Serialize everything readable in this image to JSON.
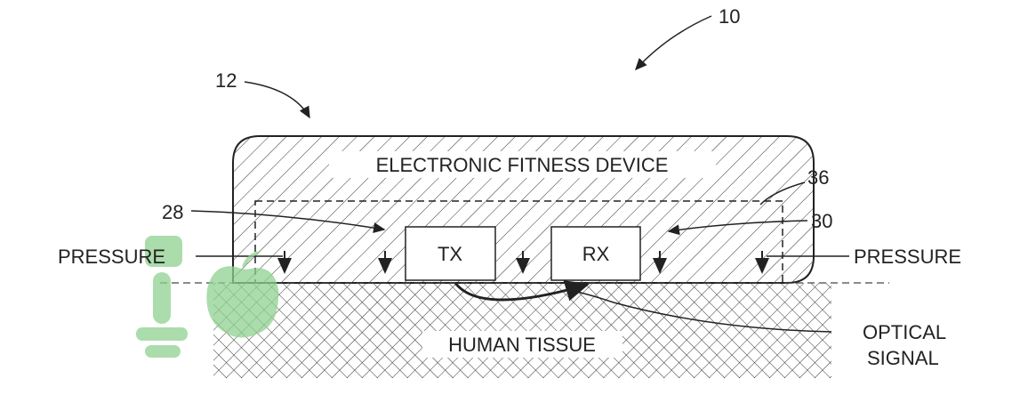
{
  "labels": {
    "device": "ELECTRONIC FITNESS DEVICE",
    "tissue": "HUMAN TISSUE",
    "tx": "TX",
    "rx": "RX",
    "pressure_left": "PRESSURE",
    "pressure_right": "PRESSURE",
    "optical_line1": "OPTICAL",
    "optical_line2": "SIGNAL"
  },
  "refs": {
    "r10": "10",
    "r12": "12",
    "r28": "28",
    "r30": "30",
    "r36": "36"
  },
  "colors": {
    "ink": "#222222",
    "watermark": "#8fd18f"
  }
}
